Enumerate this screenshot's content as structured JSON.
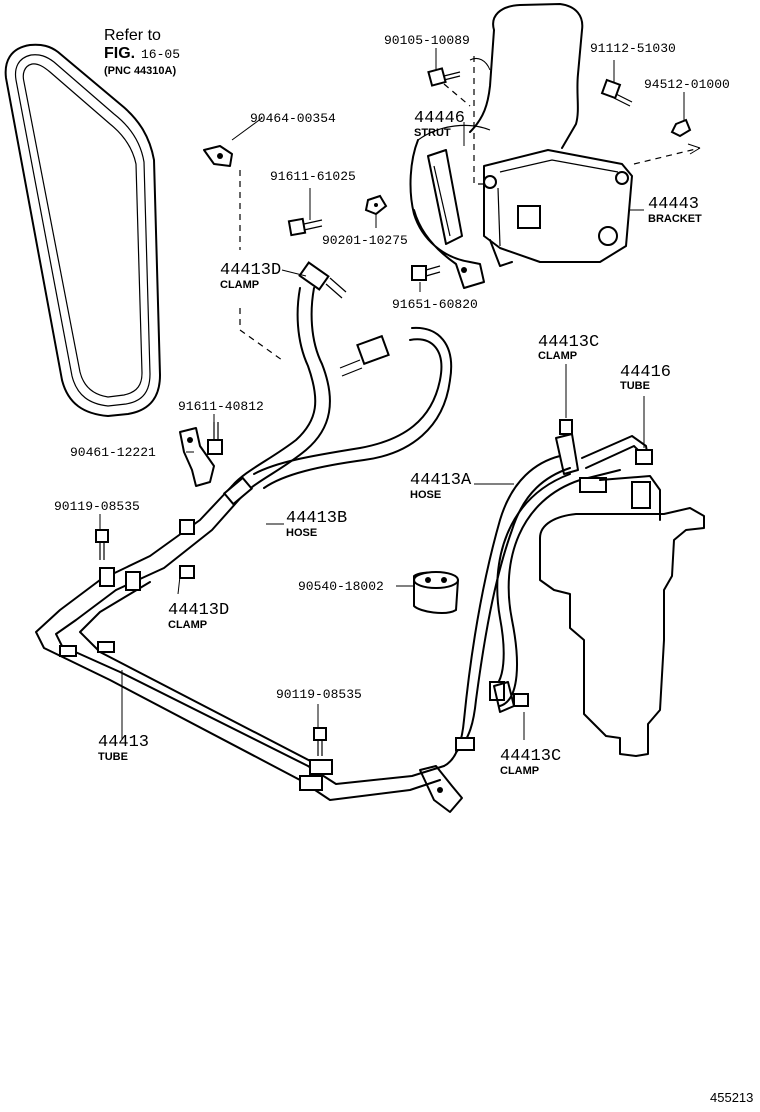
{
  "reference": {
    "line1": "Refer to",
    "line2": "FIG.",
    "fig_no": "16-05",
    "pnc": "(PNC 44310A)"
  },
  "labels": {
    "p_90105_10089": "90105-10089",
    "p_91112_51030": "91112-51030",
    "p_94512_01000": "94512-01000",
    "p_90464_00354": "90464-00354",
    "p_44446": "44446",
    "n_strut": "STRUT",
    "p_44443": "44443",
    "n_bracket": "BRACKET",
    "p_91611_61025": "91611-61025",
    "p_90201_10275": "90201-10275",
    "p_44413D_top": "44413D",
    "n_clamp_top": "CLAMP",
    "p_91651_60820": "91651-60820",
    "p_44413C_top": "44413C",
    "n_clamp_c_top": "CLAMP",
    "p_44416": "44416",
    "n_tube_44416": "TUBE",
    "p_91611_40812": "91611-40812",
    "p_90461_12221": "90461-12221",
    "p_44413A": "44413A",
    "n_hose_a": "HOSE",
    "p_90119_08535_a": "90119-08535",
    "p_44413B": "44413B",
    "n_hose_b": "HOSE",
    "p_90540_18002": "90540-18002",
    "p_44413D_mid": "44413D",
    "n_clamp_mid": "CLAMP",
    "p_90119_08535_b": "90119-08535",
    "p_44413": "44413",
    "n_tube_44413": "TUBE",
    "p_44413C_bot": "44413C",
    "n_clamp_c_bot": "CLAMP"
  },
  "footer": {
    "diagram_id": "455213"
  }
}
